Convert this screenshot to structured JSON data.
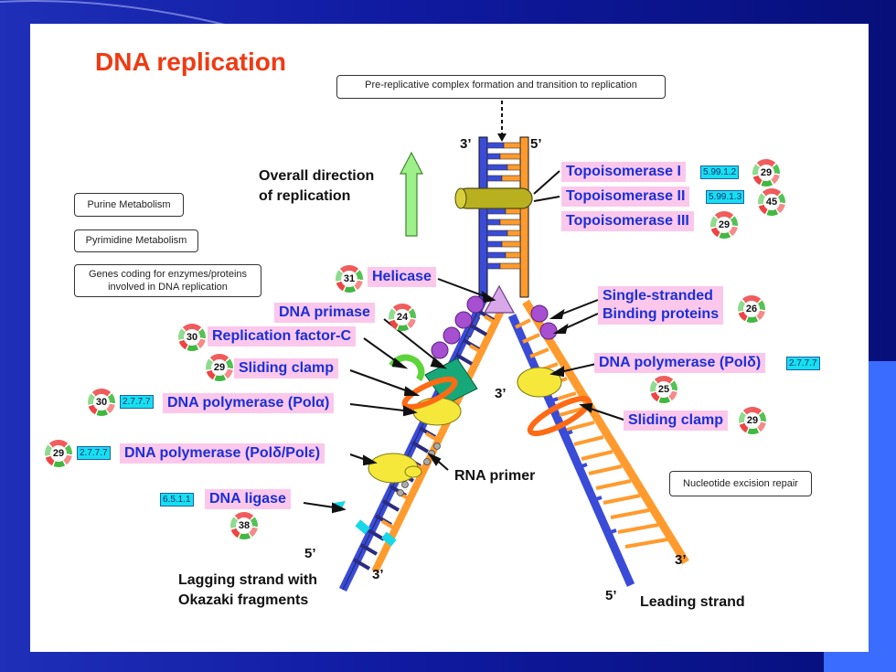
{
  "title": "DNA replication",
  "pre_replicative": "Pre-replicative complex formation and transition to replication",
  "purine": "Purine Metabolism",
  "pyrimidine": "Pyrimidine Metabolism",
  "genes_line1": "Genes coding for enzymes/proteins",
  "genes_line2": "involved in DNA replication",
  "nucleotide_excision": "Nucleotide excision repair",
  "direction_line1": "Overall direction",
  "direction_line2": "of replication",
  "labels": {
    "topo1": "Topoisomerase I",
    "topo2": "Topoisomerase II",
    "topo3": "Topoisomerase III",
    "helicase": "Helicase",
    "primase": "DNA primase",
    "rfc": "Replication factor-C",
    "clamp_left": "Sliding clamp",
    "pol_alpha": "DNA polymerase (Polα)",
    "pol_delta_eps": "DNA polymerase (Polδ/Polε)",
    "ligase": "DNA ligase",
    "ssb1": "Single-stranded",
    "ssb2": "Binding proteins",
    "pol_delta": "DNA polymerase (Polδ)",
    "clamp_right": "Sliding clamp"
  },
  "ec": {
    "topo1": "5.99.1.2",
    "topo2": "5.99.1.3",
    "pol_alpha": "2.7.7.7",
    "pol_delta_eps": "2.7.7.7",
    "ligase": "6.5.1.1",
    "pol_delta": "2.7.7.7"
  },
  "badges": {
    "topo1": "29",
    "topo2": "45",
    "topo3": "29",
    "helicase": "31",
    "primase": "24",
    "rfc": "30",
    "clamp_left": "29",
    "pol_alpha": "30",
    "pol_delta_eps": "29",
    "ligase": "38",
    "ssb": "26",
    "pol_delta": "25",
    "clamp_right": "29"
  },
  "strand_ends": {
    "top_left": "3’",
    "top_right": "5’",
    "fork_3": "3’",
    "lag_5": "5’",
    "lag_3": "3’",
    "lead_3": "3’",
    "lead_5": "5’"
  },
  "rna_primer": "RNA primer",
  "lagging1": "Lagging strand with",
  "lagging2": "Okazaki fragments",
  "leading": "Leading strand"
}
